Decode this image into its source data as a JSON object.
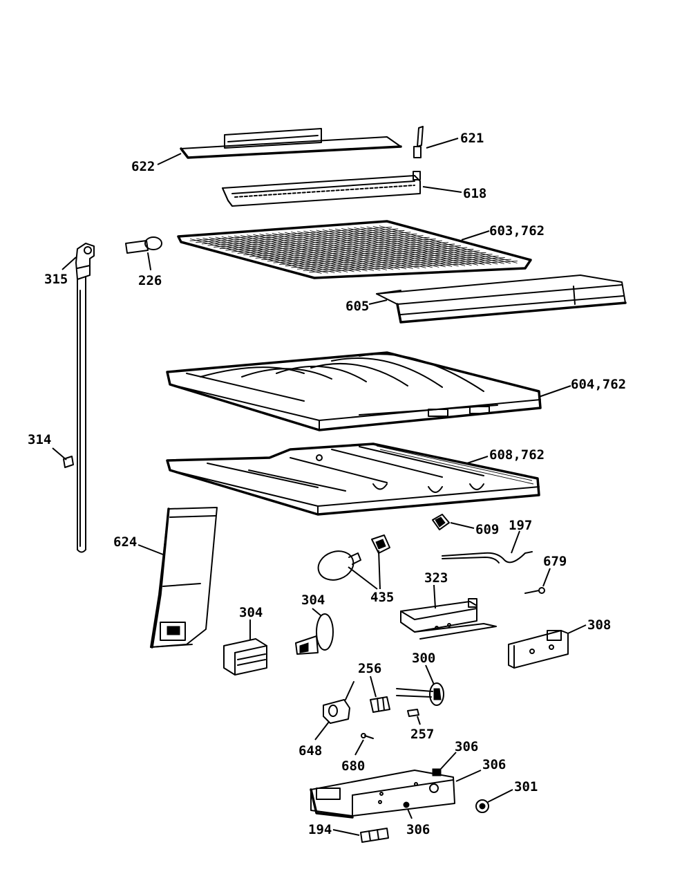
{
  "labels": {
    "l622": "622",
    "l621": "621",
    "l618": "618",
    "l603": "603,762",
    "l315": "315",
    "l226": "226",
    "l605": "605",
    "l604": "604,762",
    "l314": "314",
    "l608": "608,762",
    "l609": "609",
    "l197": "197",
    "l624": "624",
    "l679": "679",
    "l323": "323",
    "l435": "435",
    "l304a": "304",
    "l304b": "304",
    "l308": "308",
    "l256": "256",
    "l300": "300",
    "l257": "257",
    "l648": "648",
    "l680": "680",
    "l306a": "306",
    "l306b": "306",
    "l306c": "306",
    "l301": "301",
    "l194": "194"
  }
}
